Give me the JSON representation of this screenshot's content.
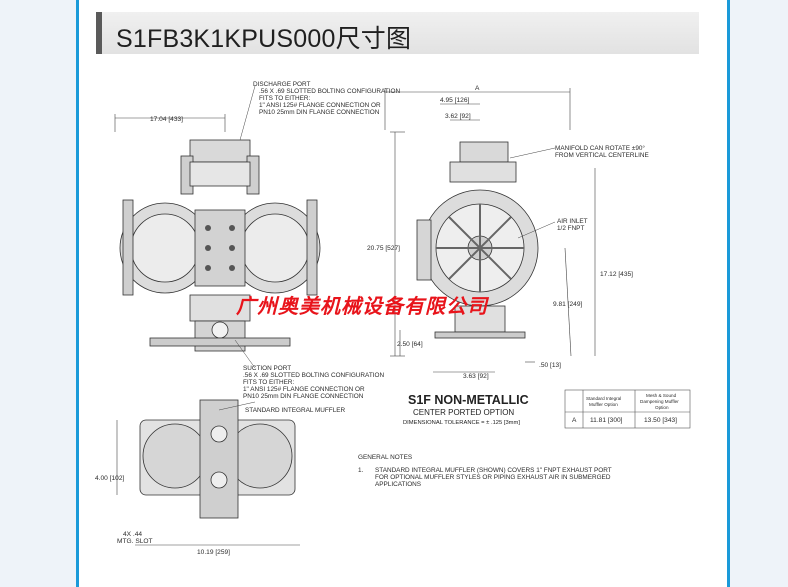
{
  "header": {
    "title": "S1FB3K1KPUS000尺寸图"
  },
  "drawing": {
    "discharge_port": {
      "title": "DISCHARGE PORT",
      "line1": ".56 X .69 SLOTTED BOLTING CONFIGURATION",
      "line2": "FITS TO EITHER:",
      "line3": "1\" ANSI 125# FLANGE CONNECTION OR",
      "line4": "PN10 25mm DIN FLANGE CONNECTION"
    },
    "suction_port": {
      "title": "SUCTION PORT",
      "line1": ".56 X .69 SLOTTED BOLTING CONFIGURATION",
      "line2": "FITS TO EITHER:",
      "line3": "1\" ANSI 125# FLANGE CONNECTION OR",
      "line4": "PN10 25mm DIN FLANGE CONNECTION"
    },
    "muffler_label": "STANDARD INTEGRAL MUFFLER",
    "manifold_note": {
      "line1": "MANIFOLD CAN ROTATE ±90°",
      "line2": "FROM VERTICAL CENTERLINE"
    },
    "air_inlet": {
      "line1": "AIR INLET",
      "line2": "1/2 FNPT"
    },
    "dims": {
      "width_front": "17.04 [433]",
      "a": "A",
      "d_496": "4.95 [126]",
      "d_362": "3.62 [92]",
      "height": "20.75 [527]",
      "d_1712": "17.12 [435]",
      "d_981": "9.81 [249]",
      "d_250": "2.50 [64]",
      "d_050": ".50 [13]",
      "d_363": "3.63 [92]",
      "d_400": "4.00 [102]",
      "slot_line1": "4X .44",
      "slot_line2": "MTG. SLOT",
      "d_1019": "10.19 [259]"
    },
    "model": {
      "title": "S1F NON-METALLIC",
      "subtitle": "CENTER PORTED OPTION",
      "tolerance": "DIMENSIONAL TOLERANCE = ± .125 [3mm]"
    },
    "table": {
      "col1_line1": "Standard Integral",
      "col1_line2": "Muffler Option",
      "col2_line1": "Mesh & Sound",
      "col2_line2": "Dampening Muffler",
      "col2_line3": "Option",
      "row_label": "A",
      "row_v1": "11.81 [300]",
      "row_v2": "13.50 [343]"
    },
    "general_notes": {
      "title": "GENERAL NOTES",
      "num": "1.",
      "line1": "STANDARD INTEGRAL MUFFLER (SHOWN) COVERS 1\" FNPT EXHAUST PORT",
      "line2": "FOR OPTIONAL MUFFLER STYLES OR PIPING EXHAUST AIR IN SUBMERGED",
      "line3": "APPLICATIONS"
    }
  },
  "watermark": "广州奥美机械设备有限公司"
}
